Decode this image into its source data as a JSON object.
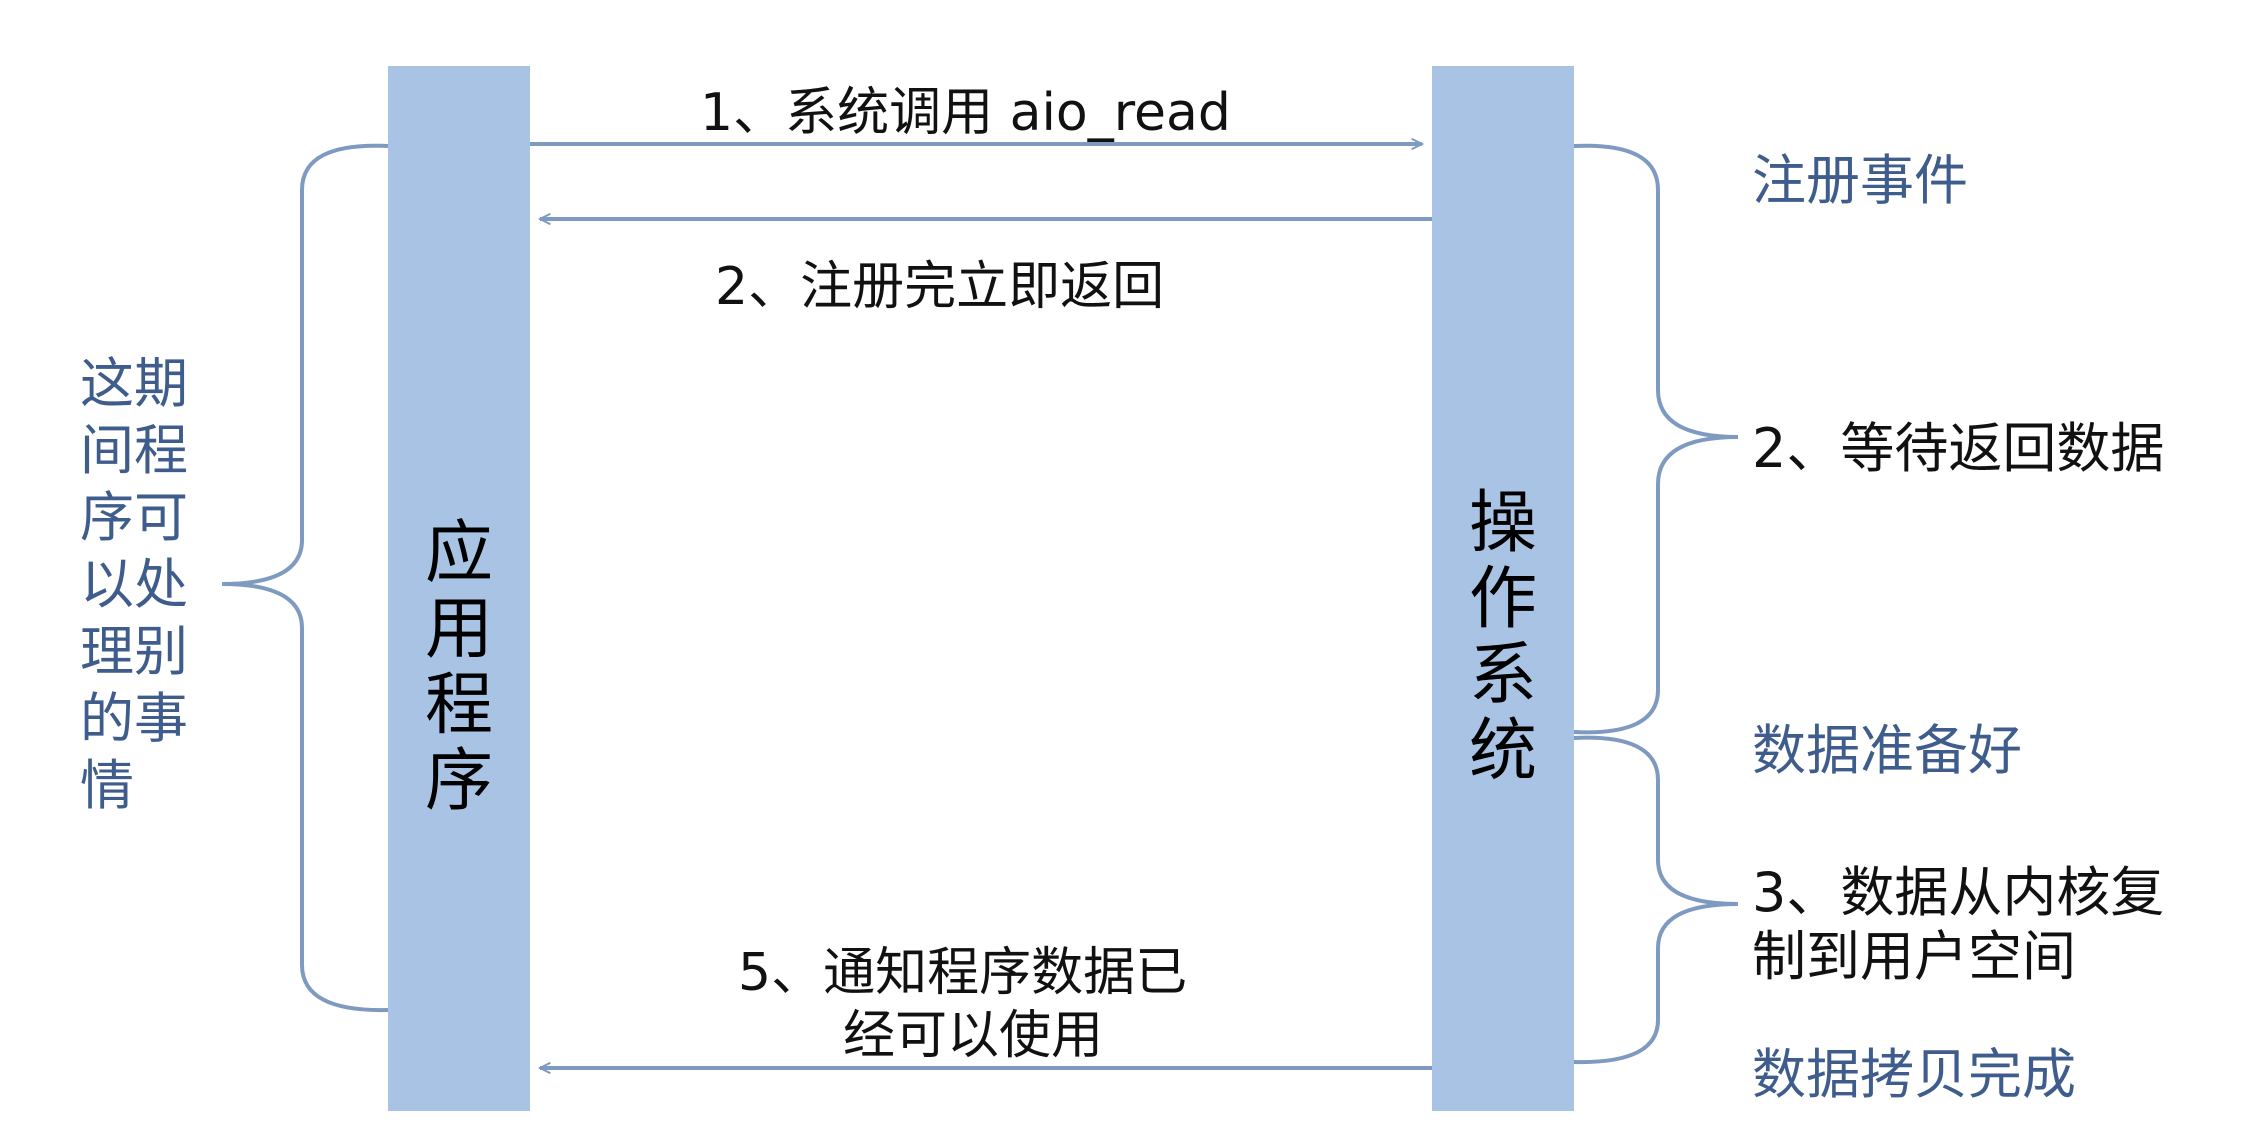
{
  "app_column": {
    "label": "应用程序"
  },
  "os_column": {
    "label": "操作系统"
  },
  "arrows": {
    "syscall": "1、系统调用 aio_read",
    "register_return": "2、注册完立即返回",
    "notify_line1": "5、通知程序数据已",
    "notify_line2": "经可以使用"
  },
  "left_brace_note": "这期间程序可以处理别的事情",
  "right_notes": {
    "register_event": "注册事件",
    "wait_return": "2、等待返回数据",
    "data_ready": "数据准备好",
    "copy_line1": "3、数据从内核复",
    "copy_line2": "制到用户空间",
    "copy_done": "数据拷贝完成"
  },
  "colors": {
    "bar": "#a9c3e4",
    "arrow": "#7e9ac0",
    "annotation_blue": "#3f5d8c"
  }
}
